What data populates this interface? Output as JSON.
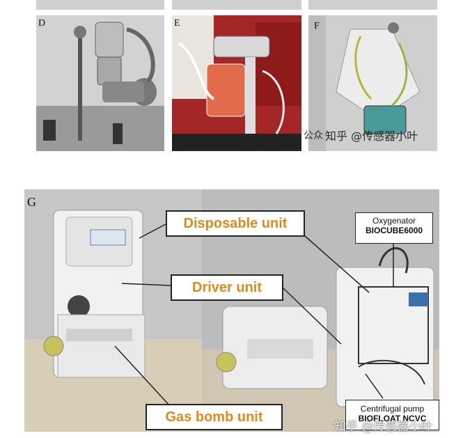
{
  "panels": {
    "d": {
      "letter": "D"
    },
    "e": {
      "letter": "E"
    },
    "f": {
      "letter": "F"
    },
    "g": {
      "letter": "G"
    }
  },
  "labels": {
    "disposable": "Disposable unit",
    "driver": "Driver unit",
    "gas_bomb": "Gas bomb unit",
    "oxygenator_line1": "Oxygenator",
    "oxygenator_line2": "BIOCUBE6000",
    "pump_line1": "Centrifugal pump",
    "pump_line2": "BIOFLOAT NCVC"
  },
  "watermarks": {
    "top": "知乎 @传感器小叶",
    "top_prefix": "公众",
    "bottom": "知乎 @传感器小叶"
  },
  "colors": {
    "label_orange": "#e08a1e",
    "background": "#ffffff"
  }
}
